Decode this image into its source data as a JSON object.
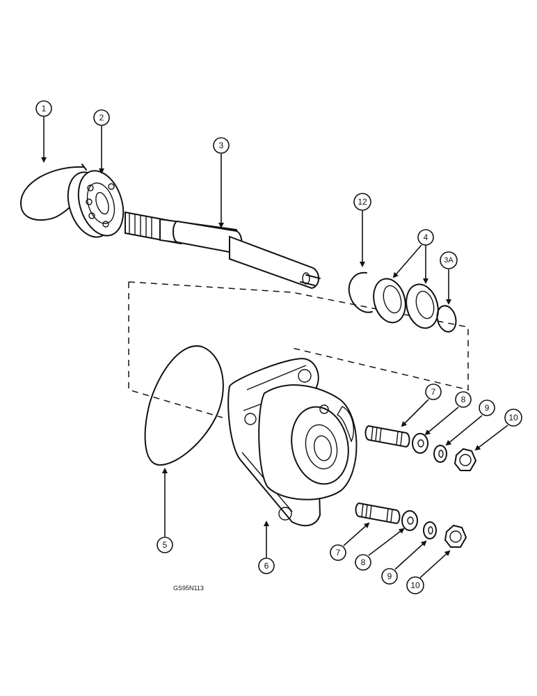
{
  "figure_code": "GS95N113",
  "callouts": {
    "c1": "1",
    "c2": "2",
    "c3": "3",
    "c12": "12",
    "c4": "4",
    "c3a": "3A",
    "c7a": "7",
    "c8a": "8",
    "c9a": "9",
    "c10a": "10",
    "c5": "5",
    "c6": "6",
    "c7b": "7",
    "c8b": "8",
    "c9b": "9",
    "c10b": "10"
  }
}
